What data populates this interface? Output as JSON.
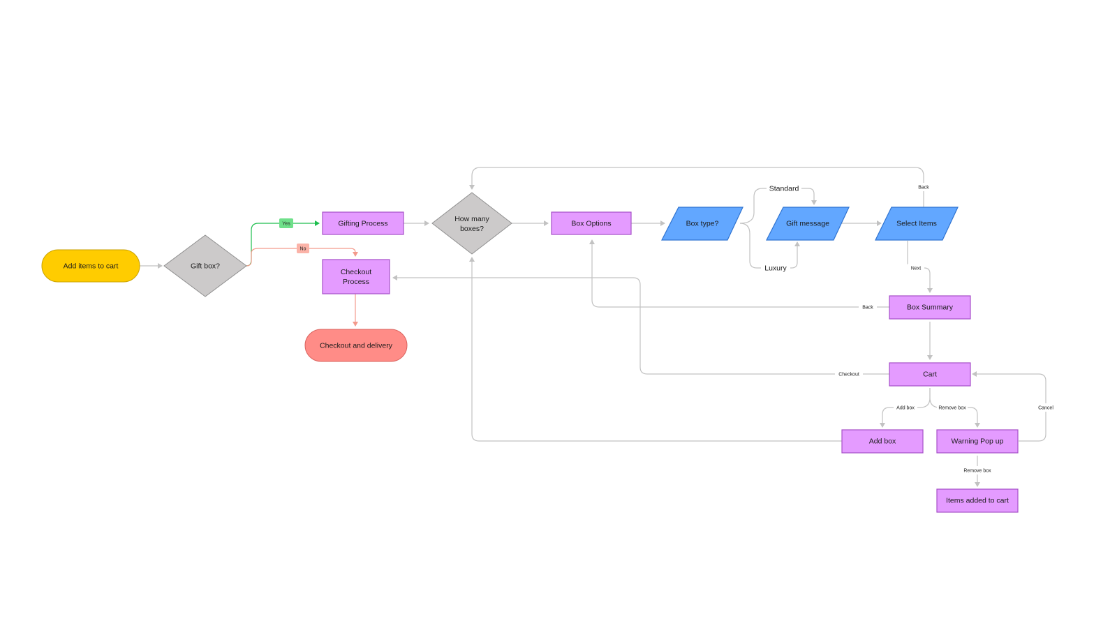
{
  "colors": {
    "terminal_start": "#FFCC00",
    "terminal_start_stroke": "#C9A200",
    "terminal_end": "#FF8C87",
    "terminal_end_stroke": "#D9625D",
    "decision": "#CCCACA",
    "decision_stroke": "#8F8F8F",
    "process": "#E49BFF",
    "process_stroke": "#A64FC7",
    "data": "#62A7FF",
    "data_stroke": "#2F73D0",
    "edge": "#C2C2C2",
    "edge_yes": "#1DBE4E",
    "edge_no": "#F39A8C",
    "badge_yes_bg": "#6FE08A",
    "badge_no_bg": "#FBB3A8"
  },
  "nodes": {
    "add_items": "Add items to cart",
    "gift_box": "Gift box?",
    "gifting_process": "Gifting Process",
    "checkout_process_1": "Checkout",
    "checkout_process_2": "Process",
    "checkout_delivery": "Checkout and delivery",
    "how_many_1": "How many",
    "how_many_2": "boxes?",
    "box_options": "Box Options",
    "box_type": "Box type?",
    "gift_message": "Gift message",
    "select_items": "Select Items",
    "box_summary": "Box Summary",
    "cart": "Cart",
    "add_box": "Add box",
    "warning_popup": "Warning Pop up",
    "items_added": "Items added to cart"
  },
  "edge_labels": {
    "yes": "Yes",
    "no": "No",
    "standard": "Standard",
    "luxury": "Luxury",
    "back_top": "Back",
    "next": "Next",
    "back_summary": "Back",
    "checkout": "Checkout",
    "add_box": "Add box",
    "remove_box": "Remove box",
    "cancel": "Cancel",
    "remove_box_confirm": "Remove box"
  }
}
